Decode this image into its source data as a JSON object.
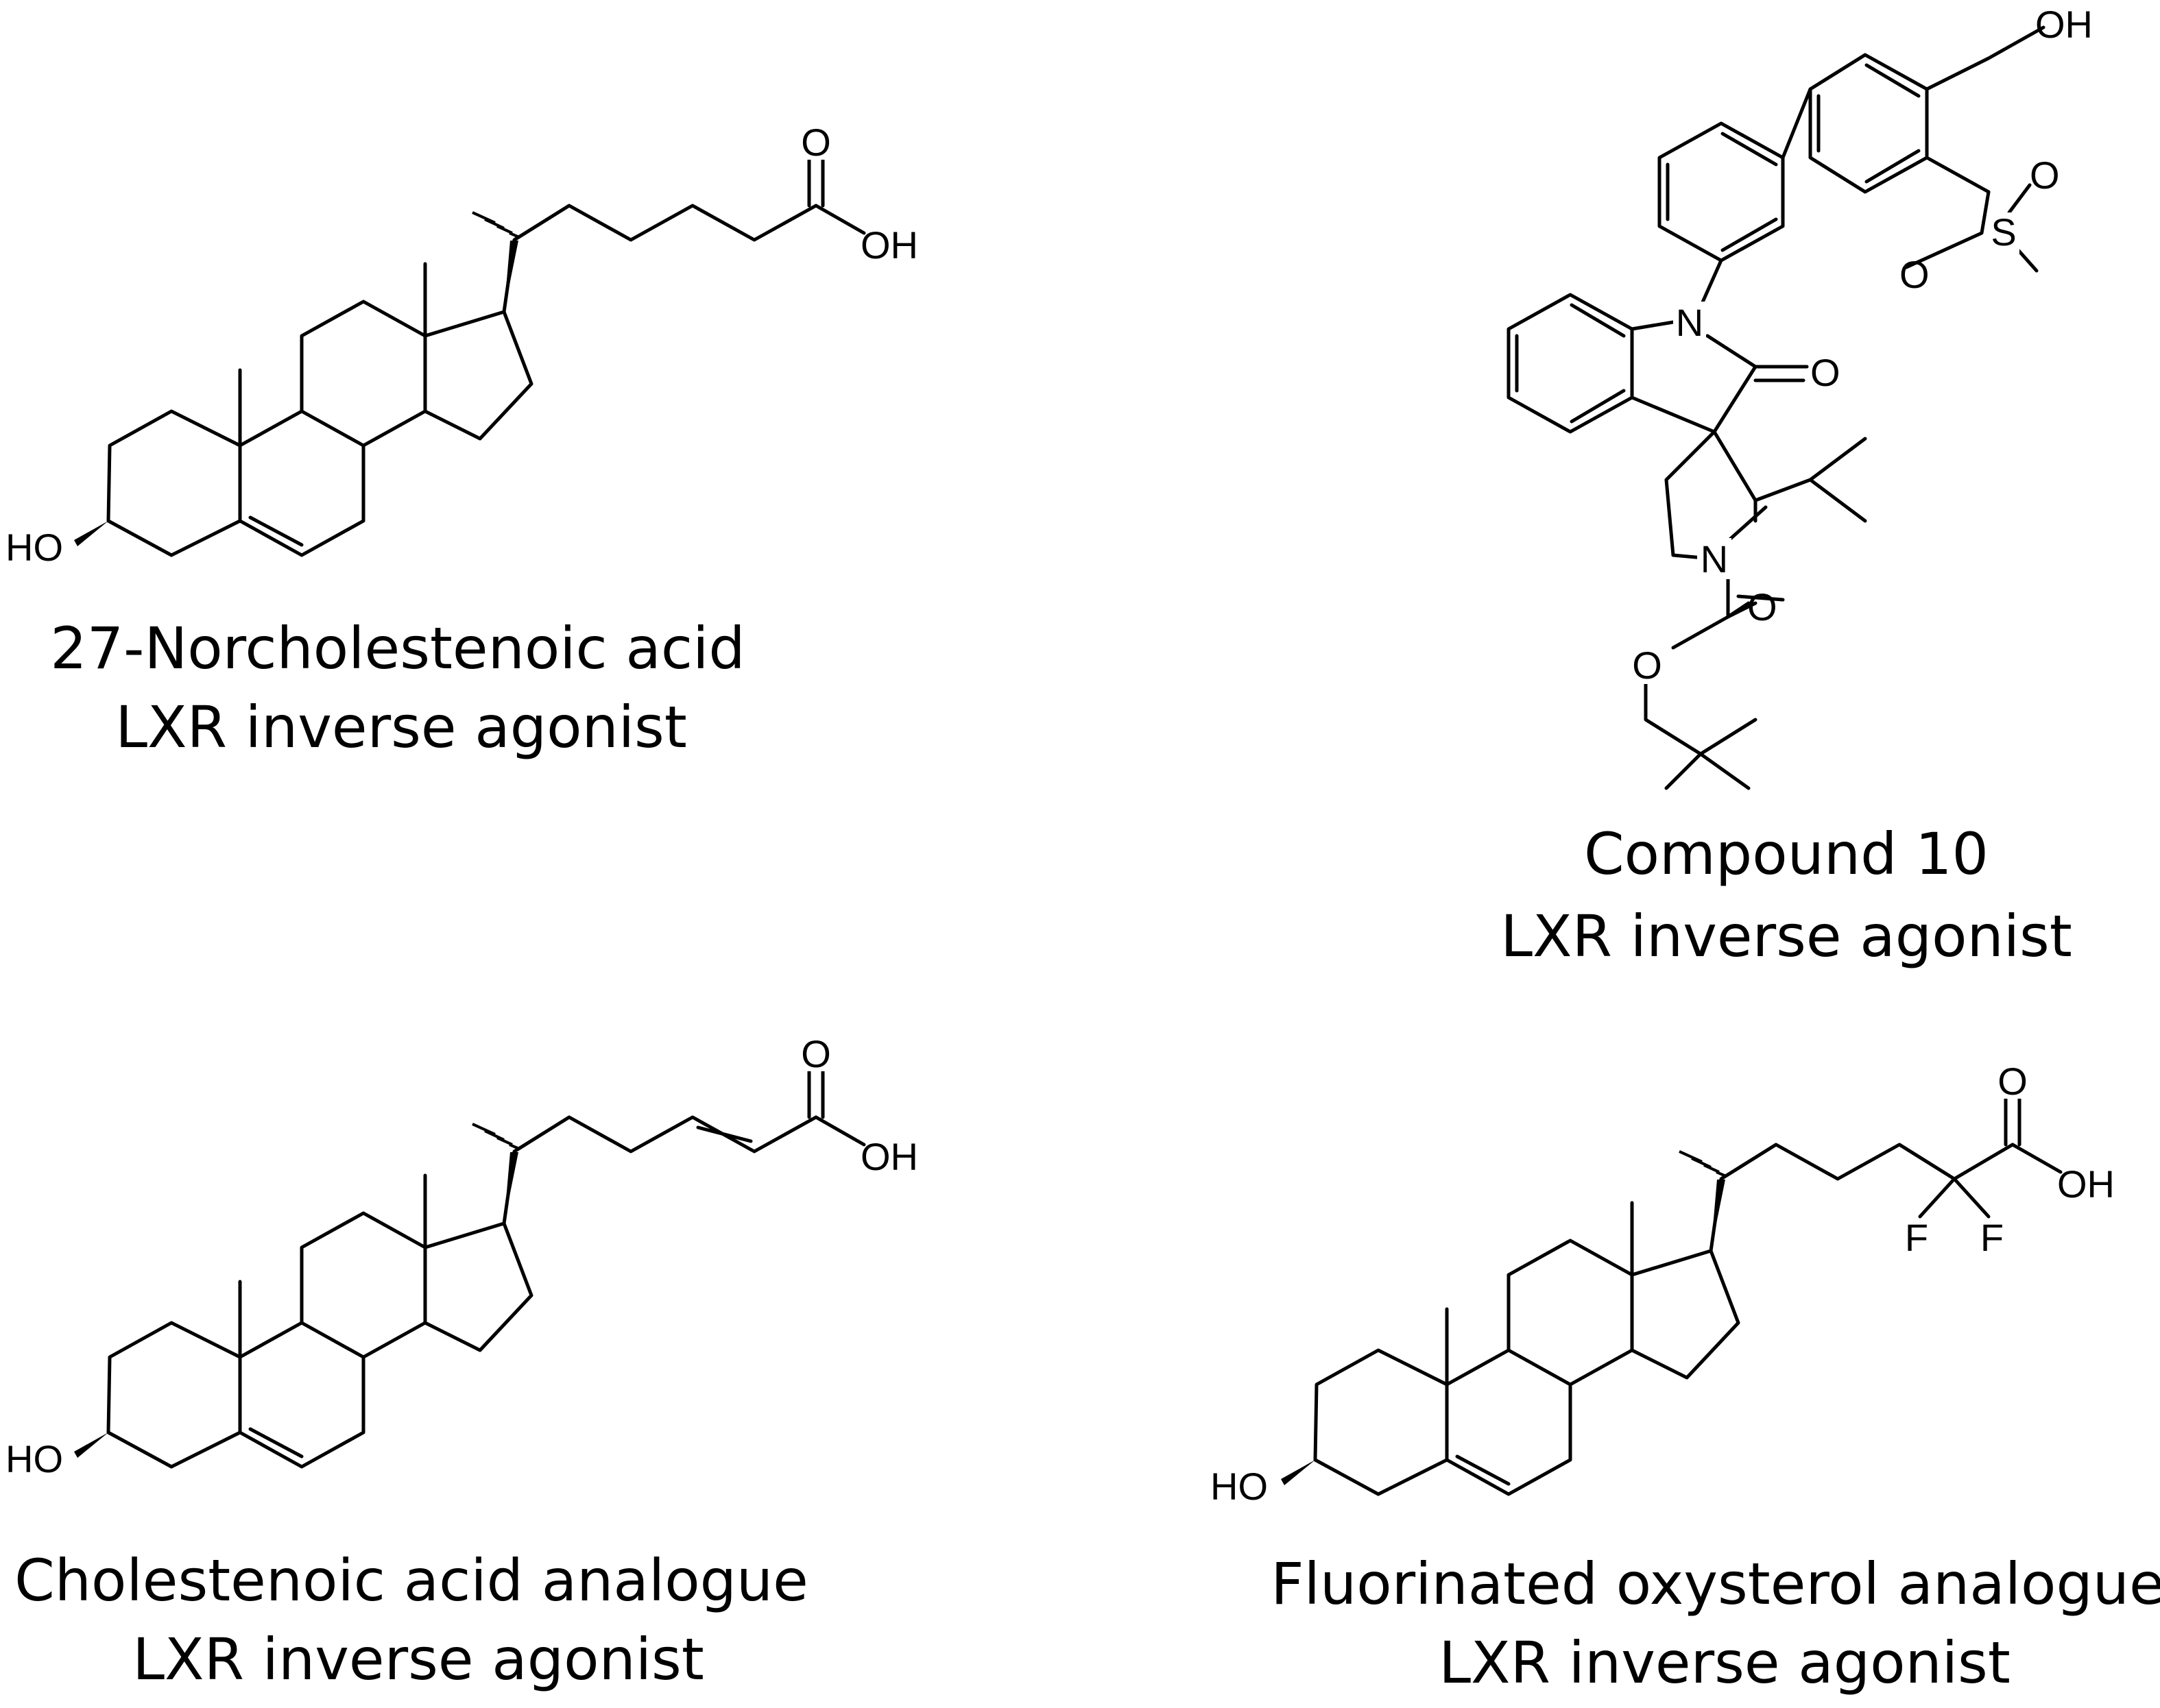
{
  "molecules": [
    {
      "id": "norcholestenoic",
      "name": "27-Norcholestenoic acid",
      "activity": "LXR inverse agonist",
      "atoms": {
        "O_carbonyl": "O",
        "OH_acid": "OH",
        "HO_3": "HO"
      }
    },
    {
      "id": "compound10",
      "name": "Compound 10",
      "activity": "LXR inverse agonist",
      "atoms": {
        "OH_top": "OH",
        "S": "S",
        "O_s1": "O",
        "O_s2": "O",
        "N_indole": "N",
        "O_lactam": "O",
        "N_pyr": "N",
        "O_boc": "O",
        "O_ester": "O"
      }
    },
    {
      "id": "cholestenoic",
      "name": "Cholestenoic acid analogue",
      "activity": "LXR inverse agonist",
      "atoms": {
        "O_carbonyl": "O",
        "OH_acid": "OH",
        "HO_3": "HO"
      }
    },
    {
      "id": "fluorinated",
      "name": "Fluorinated oxysterol analogue",
      "activity": "LXR inverse agonist",
      "atoms": {
        "O_carbonyl": "O",
        "OH_acid": "OH",
        "F1": "F",
        "F2": "F",
        "HO_3": "HO"
      }
    }
  ]
}
